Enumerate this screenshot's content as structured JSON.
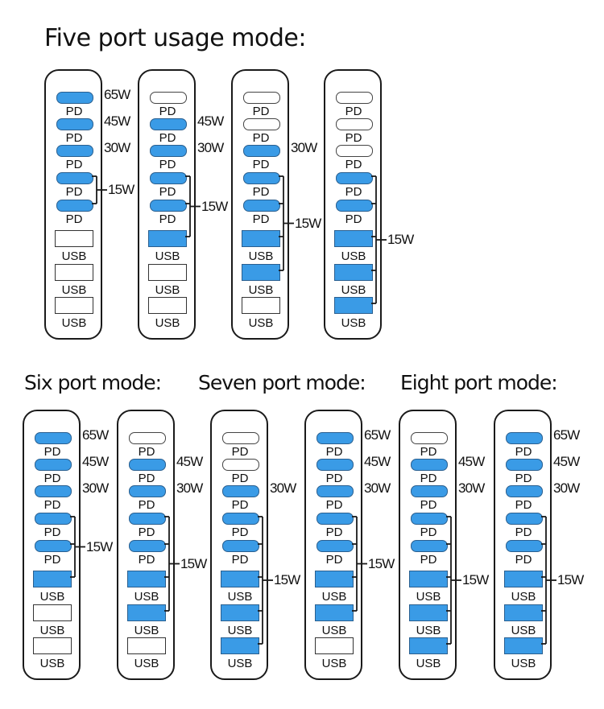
{
  "headings": {
    "five": "Five port usage mode:",
    "six": "Six port mode:",
    "seven": "Seven port mode:",
    "eight": "Eight port mode:"
  },
  "colors": {
    "active_port": "#3a9be6",
    "inactive_port": "#ffffff",
    "outline": "#1a1a1a"
  },
  "port_labels": [
    "PD",
    "PD",
    "PD",
    "PD",
    "PD",
    "USB",
    "USB",
    "USB"
  ],
  "devices": [
    {
      "group": "five",
      "active": [
        1,
        1,
        1,
        1,
        1,
        0,
        0,
        0
      ],
      "fixed_watts": [
        "65W",
        "45W",
        "30W",
        null,
        null
      ],
      "shared_label": "15W",
      "shared_ports": [
        3,
        4
      ]
    },
    {
      "group": "five",
      "active": [
        0,
        1,
        1,
        1,
        1,
        1,
        0,
        0
      ],
      "fixed_watts": [
        null,
        "45W",
        "30W",
        null,
        null
      ],
      "shared_label": "15W",
      "shared_ports": [
        3,
        4,
        5
      ]
    },
    {
      "group": "five",
      "active": [
        0,
        0,
        1,
        1,
        1,
        1,
        1,
        0
      ],
      "fixed_watts": [
        null,
        null,
        "30W",
        null,
        null
      ],
      "shared_label": "15W",
      "shared_ports": [
        3,
        4,
        5,
        6
      ]
    },
    {
      "group": "five",
      "active": [
        0,
        0,
        0,
        1,
        1,
        1,
        1,
        1
      ],
      "fixed_watts": [
        null,
        null,
        null,
        null,
        null
      ],
      "shared_label": "15W",
      "shared_ports": [
        3,
        4,
        5,
        6,
        7
      ]
    },
    {
      "group": "six",
      "active": [
        1,
        1,
        1,
        1,
        1,
        1,
        0,
        0
      ],
      "fixed_watts": [
        "65W",
        "45W",
        "30W",
        null,
        null
      ],
      "shared_label": "15W",
      "shared_ports": [
        3,
        4,
        5
      ]
    },
    {
      "group": "six",
      "active": [
        0,
        1,
        1,
        1,
        1,
        1,
        1,
        0
      ],
      "fixed_watts": [
        null,
        "45W",
        "30W",
        null,
        null
      ],
      "shared_label": "15W",
      "shared_ports": [
        3,
        4,
        5,
        6
      ]
    },
    {
      "group": "seven",
      "active": [
        0,
        0,
        1,
        1,
        1,
        1,
        1,
        1
      ],
      "fixed_watts": [
        null,
        null,
        "30W",
        null,
        null
      ],
      "shared_label": "15W",
      "shared_ports": [
        3,
        4,
        5,
        6,
        7
      ]
    },
    {
      "group": "seven",
      "active": [
        1,
        1,
        1,
        1,
        1,
        1,
        1,
        0
      ],
      "fixed_watts": [
        "65W",
        "45W",
        "30W",
        null,
        null
      ],
      "shared_label": "15W",
      "shared_ports": [
        3,
        4,
        5,
        6
      ]
    },
    {
      "group": "eight",
      "active": [
        0,
        1,
        1,
        1,
        1,
        1,
        1,
        1
      ],
      "fixed_watts": [
        null,
        "45W",
        "30W",
        null,
        null
      ],
      "shared_label": "15W",
      "shared_ports": [
        3,
        4,
        5,
        6,
        7
      ]
    },
    {
      "group": "eight",
      "active": [
        1,
        1,
        1,
        1,
        1,
        1,
        1,
        1
      ],
      "fixed_watts": [
        "65W",
        "45W",
        "30W",
        null,
        null
      ],
      "shared_label": "15W",
      "shared_ports": [
        3,
        4,
        5,
        6,
        7
      ]
    }
  ]
}
